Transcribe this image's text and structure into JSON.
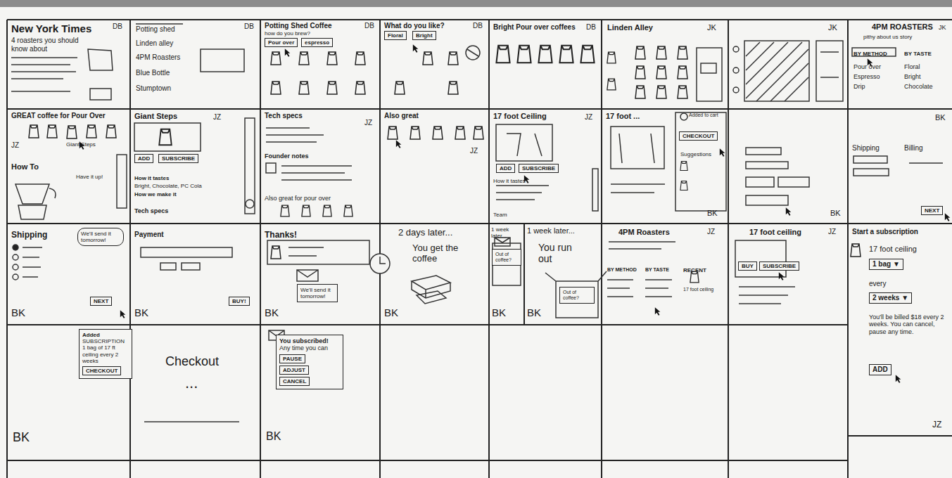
{
  "diagram": {
    "nodes": [
      {
        "text": [
          "New York Times",
          "4 roasters you should know about",
          "DB"
        ]
      },
      {
        "text": [
          "Potting shed",
          "Linden alley",
          "4PM Roasters",
          "Blue Bottle",
          "Stumptown",
          "DB"
        ]
      },
      {
        "text": [
          "Potting Shed Coffee",
          "how do you brew?",
          "DB"
        ]
      },
      {
        "text": [
          "Pour over"
        ],
        "in": 2
      },
      {
        "text": [
          "espresso"
        ],
        "in": 2
      },
      {
        "text": [
          "What do you like?",
          "DB"
        ]
      },
      {
        "text": [
          "Floral"
        ],
        "in": 5
      },
      {
        "text": [
          "Bright"
        ],
        "in": 5
      },
      {
        "text": [
          "Bright Pour over coffees",
          "DB"
        ]
      },
      {
        "text": [
          "Linden Alley",
          "JK"
        ]
      },
      {
        "text": [
          "JK"
        ]
      },
      {
        "text": [
          "4PM ROASTERS",
          "JK",
          "pithy about us story",
          "BY METHOD",
          "Pour over",
          "Espresso",
          "Drip",
          "BY TASTE",
          "Floral",
          "Bright",
          "Chocolate"
        ]
      },
      {
        "text": [
          "GREAT coffee for Pour Over",
          "Giant Steps",
          "How To",
          "Have it up!",
          "JZ"
        ]
      },
      {
        "text": [
          "Giant Steps",
          "JZ",
          "How it tastes",
          "Bright, Chocolate, PC Cola",
          "How we make it",
          "Tech specs"
        ]
      },
      {
        "text": [
          "ADD"
        ],
        "in": 13
      },
      {
        "text": [
          "SUBSCRIBE"
        ],
        "in": 13
      },
      {
        "text": [
          "Tech specs",
          "JZ",
          "Founder notes",
          "Also great for pour over"
        ]
      },
      {
        "text": [
          "Also great",
          "JZ"
        ]
      },
      {
        "text": [
          "17 foot Ceiling",
          "JZ",
          "How it tastes",
          "Team"
        ]
      },
      {
        "text": [
          "ADD"
        ],
        "in": 18
      },
      {
        "text": [
          "SUBSCRIBE"
        ],
        "in": 18
      },
      {
        "text": [
          "17 foot ...",
          "Added to cart",
          "Suggestions",
          "BK"
        ]
      },
      {
        "text": [
          "CHECKOUT"
        ],
        "in": 21
      },
      {
        "text": [
          "BK"
        ]
      },
      {
        "text": [
          "Shipping",
          "Billing",
          "BK"
        ]
      },
      {
        "text": [
          "NEXT"
        ],
        "in": 24
      },
      {
        "text": [
          "Shipping",
          "BK"
        ]
      },
      {
        "text": [
          "We'll send it tomorrow!"
        ],
        "in": 26
      },
      {
        "text": [
          "NEXT"
        ],
        "in": 26
      },
      {
        "text": [
          "Payment",
          "BK"
        ]
      },
      {
        "text": [
          "BUY!"
        ],
        "in": 29
      },
      {
        "text": [
          "Thanks!",
          "BK"
        ]
      },
      {
        "text": [
          "We'll send it tomorrow!"
        ],
        "in": 31
      },
      {
        "text": [
          "2 days later...",
          "You get the coffee",
          "BK"
        ]
      },
      {
        "text": [
          "1 week later...",
          "BK"
        ]
      },
      {
        "text": [
          "Out of coffee?"
        ],
        "in": 34
      },
      {
        "text": [
          "1 week later...",
          "You run out",
          "BK"
        ]
      },
      {
        "text": [
          "Out of coffee?"
        ],
        "in": 36
      },
      {
        "text": [
          "4PM Roasters",
          "JZ",
          "BY METHOD",
          "BY TASTE",
          "RECENT",
          "17 foot ceiling"
        ]
      },
      {
        "text": [
          "17 foot ceiling",
          "JZ"
        ]
      },
      {
        "text": [
          "BUY"
        ],
        "in": 39
      },
      {
        "text": [
          "SUBSCRIBE"
        ],
        "in": 39
      },
      {
        "text": [
          "Start a subscription",
          "17 foot ceiling",
          "every",
          "You'll be billed $18 every 2 weeks. You can cancel, pause any time.",
          "JZ"
        ]
      },
      {
        "text": [
          "1 bag ▼"
        ],
        "in": 42
      },
      {
        "text": [
          "2 weeks ▼"
        ],
        "in": 42
      },
      {
        "text": [
          "ADD"
        ],
        "in": 42
      },
      {
        "text": [
          "BK"
        ]
      },
      {
        "text": [
          "Added",
          "SUBSCRIPTION 1 bag of 17 ft ceiling every 2 weeks"
        ],
        "in": 46
      },
      {
        "text": [
          "CHECKOUT"
        ],
        "in": 47
      },
      {
        "text": [
          "Checkout",
          "..."
        ]
      },
      {
        "text": [
          "BK"
        ]
      },
      {
        "text": [
          "You subscribed!",
          "Any time you can"
        ],
        "in": 50
      },
      {
        "text": [
          "PAUSE"
        ],
        "in": 51
      },
      {
        "text": [
          "ADJUST"
        ],
        "in": 51
      },
      {
        "text": [
          "CANCEL"
        ],
        "in": 51
      }
    ]
  }
}
